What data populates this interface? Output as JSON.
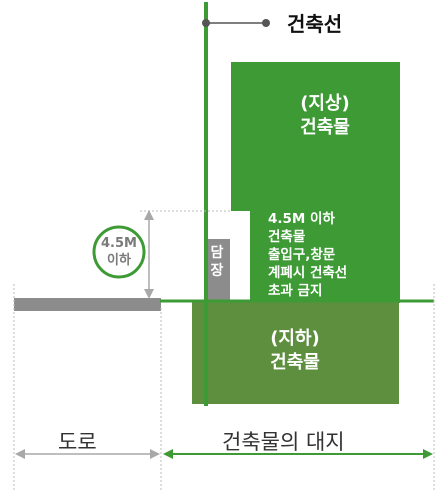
{
  "legend": {
    "building_line_label": "건축선"
  },
  "building_above": {
    "line1": "(지상)",
    "line2": "건축물"
  },
  "building_below": {
    "line1": "(지하)",
    "line2": "건축물"
  },
  "wall": {
    "line1": "담",
    "line2": "장"
  },
  "height_limit": {
    "line1": "4.5M",
    "line2": "이하"
  },
  "restriction_note": {
    "line1": "4.5M 이하",
    "line2": "건축물",
    "line3": "출입구,창문",
    "line4": "계폐시 건축선",
    "line5": "초과 금지"
  },
  "zones": {
    "road": "도로",
    "site": "건축물의 대지"
  },
  "colors": {
    "building_above": "#3d9a35",
    "building_below": "#5e8f3e",
    "building_line": "#3d9a35",
    "wall": "#8c8c8c",
    "road_surface": "#8c8c8c",
    "dimension": "#a8a8a8",
    "site_arrow": "#3d9a35"
  }
}
